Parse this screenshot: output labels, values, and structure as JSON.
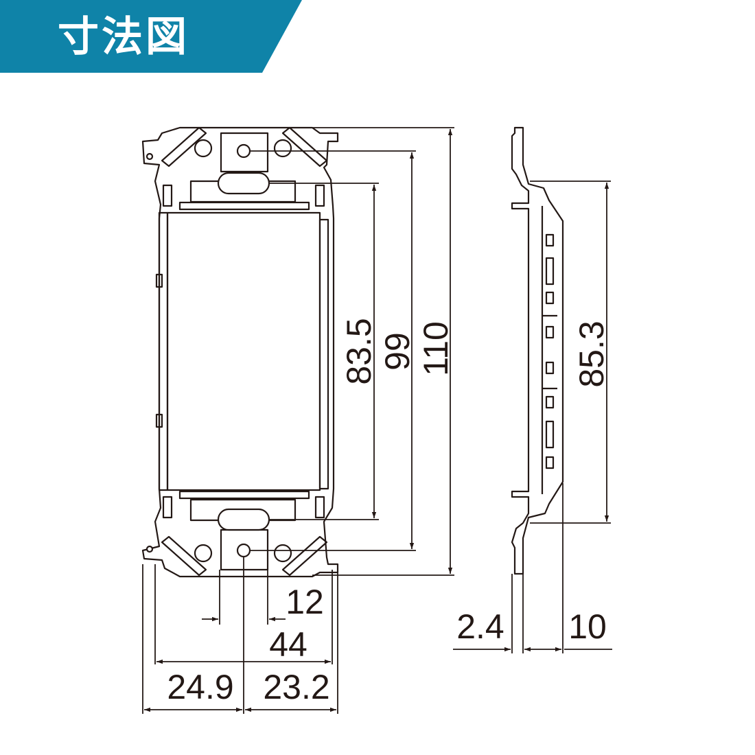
{
  "header": {
    "title": "寸法図",
    "banner_color": "#0f83a8"
  },
  "colors": {
    "line": "#231815",
    "background": "#ffffff"
  },
  "dimensions": {
    "height_outer": "110",
    "height_mount": "99",
    "height_opening": "83.5",
    "side_height": "85.3",
    "slot_width": "12",
    "width_total": "44",
    "width_left": "24.9",
    "width_right": "23.2",
    "side_thickness": "2.4",
    "side_depth": "10"
  }
}
